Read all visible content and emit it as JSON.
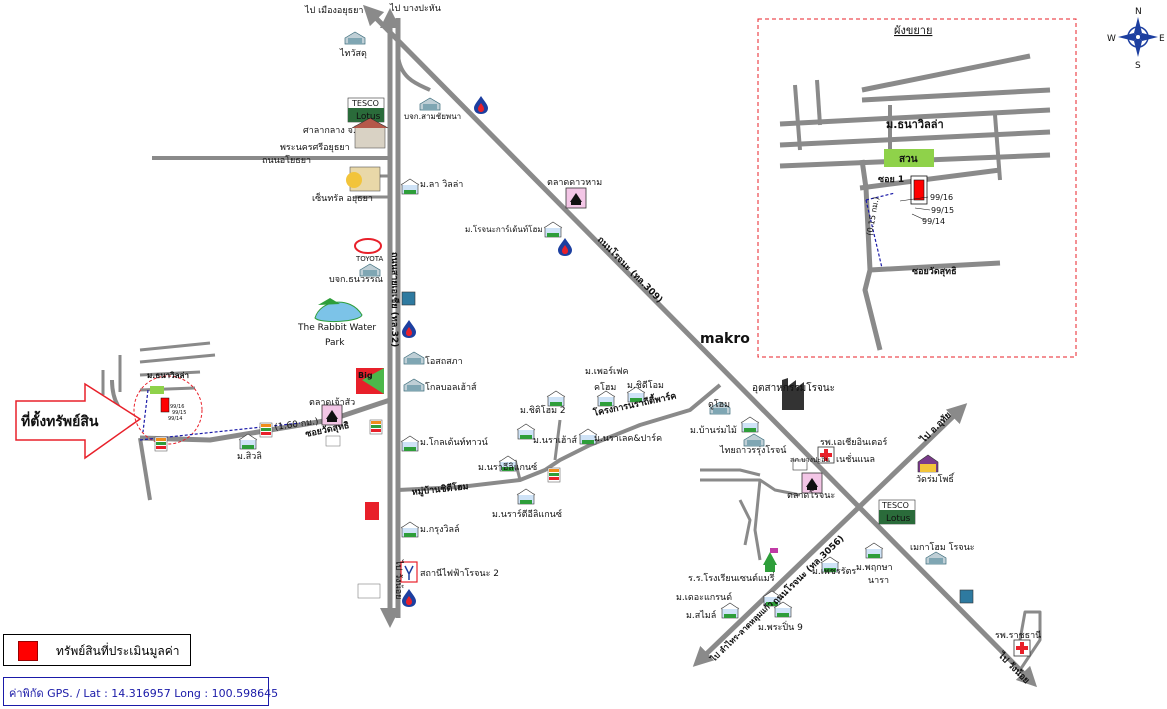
{
  "labels": {
    "to_mueang_ayutthaya": "ไป เมืองอยุธยา",
    "to_bang_pahan": "ไป บางปะหัน",
    "thai_watsadu": "ไทวัสดุ",
    "tesco_top": "TESCO",
    "lotus_top": "Lotus",
    "sala_klang_1": "ศาลากลาง จ.",
    "sala_klang_2": "พระนครศรีอยุธยา",
    "thanon_ayothaya": "ถนนอโยธยา",
    "central": "เซ็นทรัล อยุธยา",
    "bor_jor_kor_samchai": "บจก.สามชัยพนา",
    "mor_la_villa": "ม.ลา วิลล่า",
    "talad_chao_phrom": "ตลาดดาวหาม",
    "mor_rojana_garden": "ม.โรจนะการ์เด้นท์โฮม",
    "toyota": "TOYOTA",
    "bor_jor_kor_thanawan": "บจก.ธนวรรณ",
    "asia_road": "ถนนสายเอเชีย (ทล.32)",
    "rojana_road": "ถนนโรจนะ (ทล.309)",
    "rabbit_park_1": "The Rabbit Water",
    "rabbit_park_2": "Park",
    "makro": "makro",
    "ao_sot_sapa": "โอสถสภา",
    "global_house": "โกลบอลเฮ้าส์",
    "big_c": "Big",
    "talad_chao_sua": "ตลาดเจ้าสัว",
    "soi_wat_sutthi_main": "ซอยวัดสุทธิ",
    "distance_1_6": "(1.60 กม.)",
    "target_location": "ที่ตั้งทรัพย์สิน",
    "mor_thana_villa_small": "ม.ธนาวิลล่า",
    "mor_siwilai": "ม.สิวลิ",
    "mor_golden_town": "ม.โกลเด้นท์ทาวน์",
    "mor_perfect_home": "ม.เพอร์เฟค",
    "perfect_home_2": "คโฮม",
    "mor_chiiyo_home": "ม.ชิดีโอม",
    "mor_chiiyo_home2": "ม.ชิติโฮม 2",
    "project_cityprk": "โครงการนราถีตี้พาร์ค",
    "mor_narae_house": "ม.นราเฮ้าส์",
    "mor_nara_lake": "ม.นราเลค&ปาร์ค",
    "mor_nara_elegant": "ม.นราอีลิแกนซ์",
    "moo_ban_chiyo_home": "หมู่บ้านชิตีโฮม",
    "mor_nara_elegant2": "ม.นราร์ตีอีลิแกนซ์",
    "mor_krung_villa": "ม.กรุงวิลล์",
    "station_rojana2": "สถานีไฟฟ้าโรจนะ 2",
    "to_wang_noi": "ไป วังน้อย",
    "industrial": "อุตสาหกรรมโรจนะ",
    "do_home": "ดูโฮม",
    "mor_ban_rom_mai": "ม.บ้านร่มไม้",
    "thai_thaworn": "ไทยถาวรรุ่งโรจน์",
    "hospital_asia": "รพ.เอเชียอินเตอร์",
    "nation_hospital": "เนชั่นแนล",
    "sor_nor_bang": "สภ.บางปะอิน",
    "talad_rojana": "ตลาดโรจนะ",
    "wat_rom_pho": "วัดร่มโพธิ์",
    "to_uthai": "ไป อ.อุทัย",
    "tesco_bottom": "TESCO",
    "lotus_bottom": "Lotus",
    "mega_home": "เมกาโฮม โรจนะ",
    "school": "ร.ร.โรงเรียนเซนต์แมรี่",
    "road_3056": "ถนนโรจนะ (ทล.3056)",
    "mor_phet_charat": "ม.เพชรรัตร",
    "mor_pruksa": "ม.พฤกษา",
    "nara": "นารา",
    "mor_the_grand": "ม.เดอะแกรนด์",
    "mor_simai": "ม.สไมล์",
    "mor_prapin9": "ม.พระปิ่น 9",
    "to_lam_sai": "ไป ลำไทร-ลาดหลุมแก้ว",
    "rajthani_hospital": "รพ.ราชธานี",
    "to_bang_pa_in": "ไป วังน้อย",
    "inset_title": "ผังขยาย",
    "inset_mor_thana_villa": "ม.ธนาวิลล่า",
    "inset_suan": "สวน",
    "inset_soi1": "ซอย 1",
    "inset_soi_wat_sutthi": "ซอยวัดสุทธิ",
    "inset_distance": "(0.15 กม.)",
    "lot_99_16": "99/16",
    "lot_99_15": "99/15",
    "lot_99_14": "99/14",
    "compass_n": "N",
    "compass_s": "S",
    "compass_e": "E",
    "compass_w": "W"
  },
  "legend": {
    "text": "ทรัพย์สินที่ประเมินมูลค่า"
  },
  "gps": {
    "text": "ค่าพิกัด GPS. / Lat : 14.316957 Long : 100.598645"
  },
  "colors": {
    "road": "#8a8a8a",
    "property": "#ff0000",
    "arrow_outline": "#e8202a",
    "route_dashed": "#1a1aa8",
    "inset_border": "#e8202a",
    "park_green": "#8fd24a",
    "makro_red": "#e52d27"
  }
}
